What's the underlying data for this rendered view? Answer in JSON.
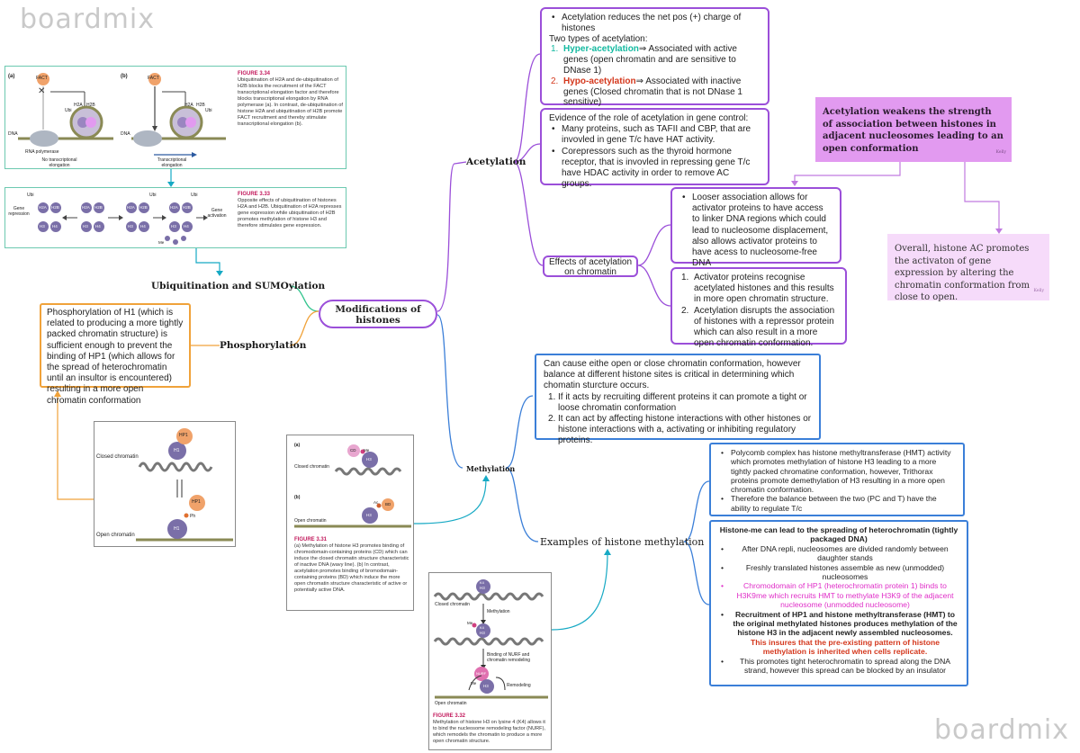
{
  "watermark": {
    "top": "boardmix",
    "bottom": "boardmix"
  },
  "central": {
    "title": "Modifications of histones"
  },
  "branches": {
    "acetylation": "Acetylation",
    "ubiquitination": "Ubiquitination and SUMOylation",
    "phosphorylation": "Phosphorylation",
    "methylation": "Methylation",
    "effects_acetylation": "Effects of acetylation on chromatin",
    "examples_methylation": "Examples of histone methylation"
  },
  "acetyl_box1": {
    "bullet": "Acetylation reduces the net pos (+) charge of histones",
    "two_types": "Two types of acetylation:",
    "item1_num": "1.",
    "item1_label": "Hyper-acetylation",
    "item1_arrow": "⇒",
    "item1_text": " Associated with active genes (open chromatin and are sensitive to DNase 1)",
    "item2_num": "2.",
    "item2_label": "Hypo-acetylation",
    "item2_arrow": "⇒",
    "item2_text": " Associated with inactive genes (Closed chromatin that is not DNase 1 sensitive)"
  },
  "acetyl_box2": {
    "intro": "Evidence of the role of acetylation in gene control:",
    "b1": "Many proteins, such as TAFII and CBP, that are invovled in gene T/c have HAT activity.",
    "b2": "Corepressors such as the thyroid hormone receptor, that is invovled in repressing gene T/c have HDAC activity in order to remove AC groups."
  },
  "effects_box1": {
    "b1": "Looser association allows for activator proteins to have access to linker DNA regions which could lead to nucleosome displacement, also allows activator proteins to have acess to nucleosome-free DNA"
  },
  "effects_box2": {
    "n1": "1.",
    "t1": "Activator proteins recognise acetylated histones and this results in more open chromatin structure.",
    "n2": "2.",
    "t2": "Acetylation disrupts the association of histones with a repressor protein which can also result in a more open chromatin conformation."
  },
  "sticky1": {
    "text": "Acetylation weakens the strength of association between histones in adjacent nucleosomes leading to an open conformation",
    "author": "Kelly"
  },
  "sticky2": {
    "text": "Overall, histone AC promotes the activaton of gene expression by altering the chromatin conformation from close to open.",
    "author": "Kelly"
  },
  "phospho_box": {
    "text": "Phosphorylation of H1 (which is related to producing a more tightly packed chromatin structure) is sufficient enough to prevent the binding of HP1 (which allows for the spread of heterochromatin until an insultor is encountered) resulting in a more open chromatin conformation"
  },
  "methyl_box": {
    "intro": "Can cause eithe open or close chromatin conformation, however balance at different histone sites is critical in determining which chomatin sturcture occurs.",
    "n1": "1.",
    "t1": "If it acts by recruiting different proteins it can promote a tight or loose chromatin conformation",
    "n2": "2.",
    "t2": "It can act by affecting histone interactions with other histones or histone interactions with a, activating or inhibiting regulatory proteins."
  },
  "polycomb_box": {
    "b1": "Polycomb complex has histone methyltransferase (HMT) activity which promotes methylation of histone H3 leading to a more tightly packed chromatine conformation, however, Trithorax proteins promote demethylation of H3 resulting in a more open chromatin conformation.",
    "b2": "Therefore the balance between the two (PC and T) have the ability to regulate T/c"
  },
  "spread_box": {
    "title": "Histone-me can lead to the spreading of heterochromatin (tightly packaged DNA)",
    "b1": "After DNA repli, nucleosomes are divided randomly between daughter stands",
    "b2": "Freshly translated histones assemble as new (unmodded) nucleosomes",
    "b3": "Chromodomain of HP1 (heterochromatin protein 1) binds to H3K9me which recruits HMT to methylate H3K9 of the adjacent nucleosome (unmodded nucleosome)",
    "b4a": "Recruitment of HP1 and histone methyltransferase (HMT) to the original methylated histones produces methylation of the histone H3 in the adjacent newly assembled nucleosomes. ",
    "b4b": "This insures that the pre-existing pattern of histone methylation is inherited when cells replicate.",
    "b5": "This promotes tight heterochromatin to spread along the DNA strand, however this spread can be blocked by an insulator"
  },
  "fig334": {
    "title": "FIGURE 3.34",
    "caption": "Ubiquitination of H2A and de-ubiquitination of H2B blocks the recruitment of the FACT transcriptional elongation factor and therefore blocks transcriptional elongation by RNA polymerase (a). In contrast, de-ubiquitination of histone H2A and ubiquitination of H2B promote FACT recruitment and thereby stimulate transcriptional elongation (b).",
    "a": "(a)",
    "b": "(b)",
    "fact": "FACT",
    "ubi": "Ubi",
    "h2a": "H2A",
    "h2b": "H2B",
    "dna": "DNA",
    "rnapol": "RNA polymerase",
    "no_elong": "No transcriptional elongation",
    "elong": "Transcriptional elongation"
  },
  "fig333": {
    "title": "FIGURE 3.33",
    "caption": "Opposite effects of ubiquitination of histones H2A and H2B. Ubiquitination of H2A represses gene expression while ubiquitination of H2B promotes methylation of histone H3 and therefore stimulates gene expression.",
    "gene_rep": "Gene repression",
    "gene_act": "Gene activation",
    "ubi": "Ubi",
    "h2a": "H2A",
    "h2b": "H2B",
    "h3": "H3",
    "h4": "H4",
    "me": "Me"
  },
  "fig_hp1": {
    "closed": "Closed chromatin",
    "open": "Open chromatin",
    "hp1": "HP1",
    "h1": "H1",
    "ph": "Ph"
  },
  "fig331": {
    "title": "FIGURE 3.31",
    "caption": "(a) Methylation of histone H3 promotes binding of chromodomain-containing proteins (CD) which can induce the closed chromatin structure characteristic of inactive DNA (wavy line). (b) In contrast, acetylation promotes binding of bromodomain-containing proteins (BD) which induce the more open chromatin structure characteristic of active or potentially active DNA.",
    "a": "(a)",
    "b": "(b)",
    "closed": "Closed chromatin",
    "open": "Open chromatin",
    "cd": "CD",
    "me": "Me",
    "h3": "H3",
    "ac": "Ac",
    "bd": "BD"
  },
  "fig332": {
    "title": "FIGURE 3.32",
    "caption": "Methylation of histone H3 on lysine 4 (K4) allows it to bind the nucleosome remodeling factor (NURF), which remodels the chromatin to produce a more open chromatin structure.",
    "closed": "Closed chromatin",
    "methylation": "Methylation",
    "binding": "Binding of NURF and chromatin remodeling",
    "remodeling": "Remodeling",
    "open": "Open chromatin",
    "nurf": "NURF",
    "me": "Me",
    "h3": "H3",
    "k4": "K4"
  },
  "colors": {
    "purple": "#9b4fd9",
    "blue": "#3b7fd8",
    "orange": "#f0a23a",
    "green": "#31c48d",
    "sticky1": "#e29af0",
    "sticky2": "#f6dbfa"
  }
}
